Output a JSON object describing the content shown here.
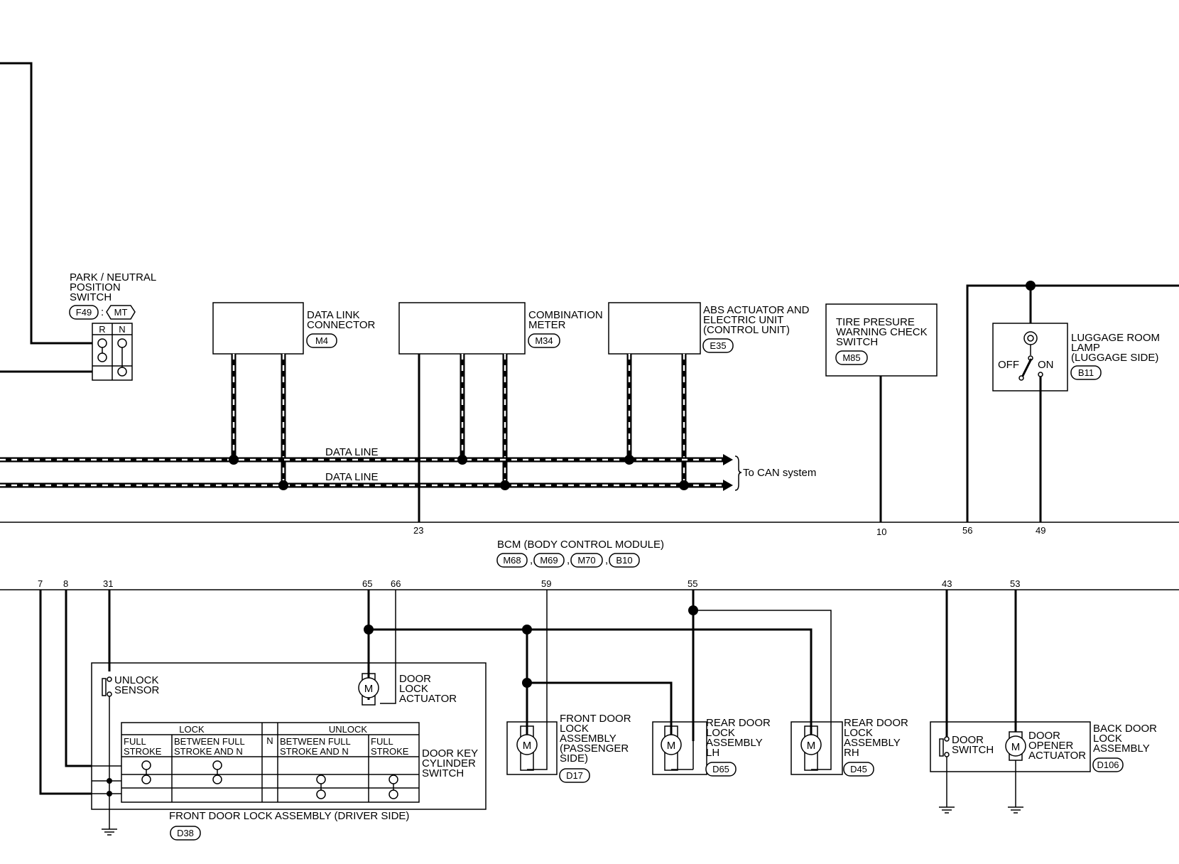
{
  "park_neutral_switch": {
    "title": [
      "PARK / NEUTRAL",
      "POSITION",
      "SWITCH"
    ],
    "connector": "F49",
    "variant": "MT",
    "col_r": "R",
    "col_n": "N"
  },
  "data_link_connector": {
    "title": [
      "DATA LINK",
      "CONNECTOR"
    ],
    "connector": "M4"
  },
  "combination_meter": {
    "title": [
      "COMBINATION",
      "METER"
    ],
    "connector": "M34"
  },
  "abs_unit": {
    "title": [
      "ABS ACTUATOR AND",
      "ELECTRIC UNIT",
      "(CONTROL UNIT)"
    ],
    "connector": "E35"
  },
  "tire_pressure_switch": {
    "title": [
      "TIRE PRESURE",
      "WARNING CHECK",
      "SWITCH"
    ],
    "connector": "M85"
  },
  "luggage_lamp": {
    "title": [
      "LUGGAGE ROOM",
      "LAMP",
      "(LUGGAGE SIDE)"
    ],
    "connector": "B11",
    "off": "OFF",
    "on": "ON"
  },
  "data_lines": {
    "line1": "DATA LINE",
    "line2": "DATA LINE",
    "can": "To CAN system"
  },
  "bcm": {
    "title": "BCM (BODY CONTROL MODULE)",
    "connectors": [
      "M68",
      "M69",
      "M70",
      "B10"
    ],
    "top_pins": [
      "23",
      "10",
      "56",
      "49"
    ],
    "bottom_pins": [
      "7",
      "8",
      "31",
      "65",
      "66",
      "59",
      "55",
      "43",
      "53"
    ]
  },
  "driver_door": {
    "title": "FRONT DOOR LOCK  ASSEMBLY (DRIVER SIDE)",
    "connector": "D38",
    "unlock_sensor": [
      "UNLOCK",
      "SENSOR"
    ],
    "actuator": [
      "DOOR",
      "LOCK",
      "ACTUATOR"
    ],
    "key_switch": [
      "DOOR KEY",
      "CYLINDER",
      "SWITCH"
    ],
    "table": {
      "lock": "LOCK",
      "n": "N",
      "unlock": "UNLOCK",
      "full_stroke": [
        "FULL",
        "STROKE"
      ],
      "between_lock": [
        "BETWEEN FULL",
        "STROKE AND N"
      ],
      "between_unlock": [
        "BETWEEN FULL",
        "STROKE AND N"
      ],
      "full_stroke2": [
        "FULL",
        "STROKE"
      ]
    }
  },
  "passenger_door": {
    "title": [
      "FRONT DOOR",
      "LOCK",
      "ASSEMBLY",
      "(PASSENGER",
      "SIDE)"
    ],
    "connector": "D17"
  },
  "rear_lh": {
    "title": [
      "REAR DOOR",
      "LOCK",
      "ASSEMBLY",
      "LH"
    ],
    "connector": "D65"
  },
  "rear_rh": {
    "title": [
      "REAR DOOR",
      "LOCK",
      "ASSEMBLY",
      "RH"
    ],
    "connector": "D45"
  },
  "back_door": {
    "title": [
      "BACK DOOR",
      "LOCK",
      "ASSEMBLY"
    ],
    "connector": "D106",
    "switch": [
      "DOOR",
      "SWITCH"
    ],
    "opener": [
      "DOOR",
      "OPENER",
      "ACTUATOR"
    ]
  },
  "motor_symbol": "M"
}
